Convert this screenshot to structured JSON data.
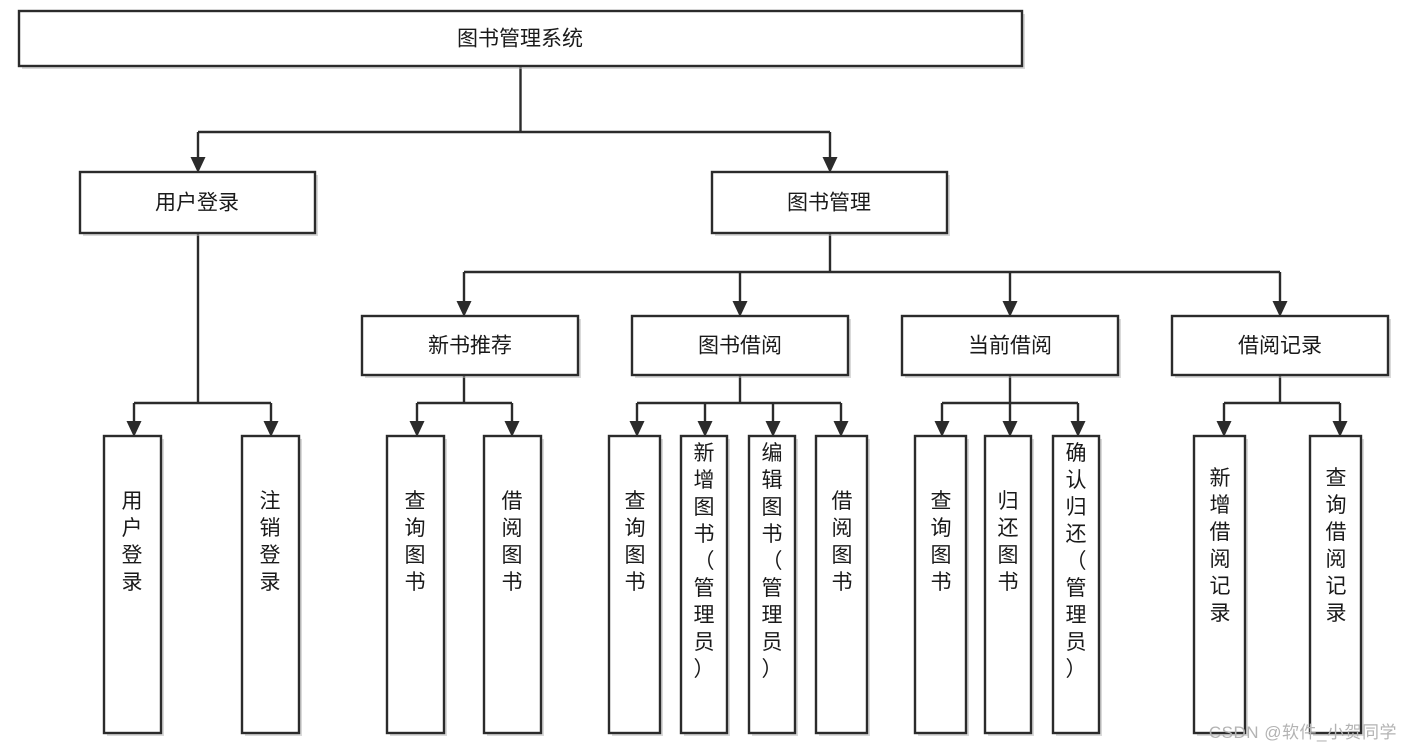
{
  "diagram": {
    "title": "图书管理系统",
    "type": "tree-hierarchy-chart",
    "theme": {
      "background": "#ffffff",
      "box_fill": "#ffffff",
      "box_stroke": "#2b2b2b",
      "connector": "#2b2b2b",
      "text": "#1a1a1a",
      "watermark": "#b3b3b3"
    },
    "nodes": {
      "root": {
        "label": "图书管理系统"
      },
      "level2": [
        {
          "label": "用户登录"
        },
        {
          "label": "图书管理"
        }
      ],
      "level3": [
        {
          "label": "新书推荐"
        },
        {
          "label": "图书借阅"
        },
        {
          "label": "当前借阅"
        },
        {
          "label": "借阅记录"
        }
      ],
      "leaves": {
        "user_login": [
          {
            "label": "用户登录"
          },
          {
            "label": "注销登录"
          }
        ],
        "new_book_recommend": [
          {
            "label": "查询图书"
          },
          {
            "label": "借阅图书"
          }
        ],
        "book_borrow": [
          {
            "label": "查询图书"
          },
          {
            "label": "新增图书（管理员）"
          },
          {
            "label": "编辑图书（管理员）"
          },
          {
            "label": "借阅图书"
          }
        ],
        "current_borrow": [
          {
            "label": "查询图书"
          },
          {
            "label": "归还图书"
          },
          {
            "label": "确认归还（管理员）"
          }
        ],
        "borrow_record": [
          {
            "label": "新增借阅记录"
          },
          {
            "label": "查询借阅记录"
          }
        ]
      }
    },
    "watermark": "CSDN @软件_小贺同学"
  }
}
